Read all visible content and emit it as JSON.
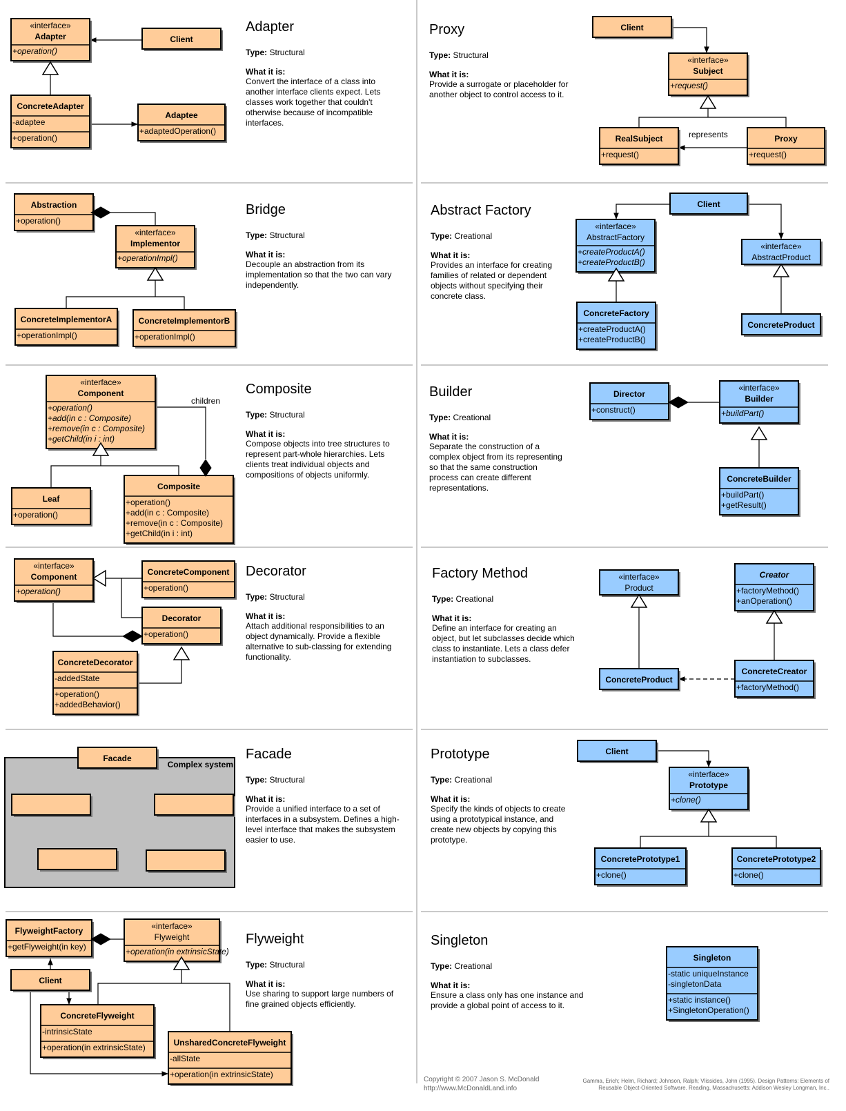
{
  "labels": {
    "type_label": "Type:",
    "what_label": "What it is:"
  },
  "colors": {
    "structural_fill": "#ffcc99",
    "creational_fill": "#99ccff",
    "box_stroke": "#000000",
    "complex_system_fill": "#c0c0c0"
  },
  "patterns": {
    "adapter": {
      "name": "Adapter",
      "type": "Structural",
      "text": [
        "Convert the interface of a class into",
        "another interface clients expect. Lets",
        "classes work together that couldn't",
        "otherwise because of incompatible",
        "interfaces."
      ],
      "boxes": {
        "target": {
          "stereo": "«interface»",
          "title": "Adapter",
          "ops": [
            "+operation()"
          ]
        },
        "client": {
          "title": "Client"
        },
        "concrete_adapter": {
          "title": "ConcreteAdapter",
          "attrs": [
            "-adaptee"
          ],
          "ops": [
            "+operation()"
          ]
        },
        "adaptee": {
          "title": "Adaptee",
          "ops": [
            "+adaptedOperation()"
          ]
        }
      }
    },
    "proxy": {
      "name": "Proxy",
      "type": "Structural",
      "text": [
        "Provide a surrogate or placeholder for",
        "another object to control access to it."
      ],
      "boxes": {
        "client": {
          "title": "Client"
        },
        "subject": {
          "stereo": "«interface»",
          "title": "Subject",
          "ops": [
            "+request()"
          ]
        },
        "real_subject": {
          "title": "RealSubject",
          "ops": [
            "+request()"
          ]
        },
        "proxy": {
          "title": "Proxy",
          "ops": [
            "+request()"
          ]
        }
      },
      "edge_label": "represents"
    },
    "bridge": {
      "name": "Bridge",
      "type": "Structural",
      "text": [
        "Decouple an abstraction from its",
        "implementation so that the two can vary",
        "independently."
      ],
      "boxes": {
        "abstraction": {
          "title": "Abstraction",
          "ops": [
            "+operation()"
          ]
        },
        "implementor": {
          "stereo": "«interface»",
          "title": "Implementor",
          "ops": [
            "+operationImpl()"
          ]
        },
        "impl_a": {
          "title": "ConcreteImplementorA",
          "ops": [
            "+operationImpl()"
          ]
        },
        "impl_b": {
          "title": "ConcreteImplementorB",
          "ops": [
            "+operationImpl()"
          ]
        }
      }
    },
    "abstract_factory": {
      "name": "Abstract Factory",
      "type": "Creational",
      "text": [
        "Provides an interface for creating",
        "families of related or dependent",
        "objects without specifying their",
        "concrete class."
      ],
      "boxes": {
        "client": {
          "title": "Client"
        },
        "abstract_factory": {
          "stereo": "«interface»",
          "title": "AbstractFactory",
          "ops": [
            "+createProductA()",
            "+createProductB()"
          ]
        },
        "abstract_product": {
          "stereo": "«interface»",
          "title": "AbstractProduct"
        },
        "concrete_factory": {
          "title": "ConcreteFactory",
          "ops": [
            "+createProductA()",
            "+createProductB()"
          ]
        },
        "concrete_product": {
          "title": "ConcreteProduct"
        }
      }
    },
    "composite": {
      "name": "Composite",
      "type": "Structural",
      "text": [
        "Compose objects into tree structures to",
        "represent part-whole hierarchies. Lets",
        "clients treat individual objects and",
        "compositions of objects uniformly."
      ],
      "boxes": {
        "component": {
          "stereo": "«interface»",
          "title": "Component",
          "ops": [
            "+operation()",
            "+add(in c : Composite)",
            "+remove(in c : Composite)",
            "+getChild(in i : int)"
          ]
        },
        "leaf": {
          "title": "Leaf",
          "ops": [
            "+operation()"
          ]
        },
        "composite": {
          "title": "Composite",
          "ops": [
            "+operation()",
            "+add(in c : Composite)",
            "+remove(in c : Composite)",
            "+getChild(in i : int)"
          ]
        }
      },
      "edge_label": "children"
    },
    "builder": {
      "name": "Builder",
      "type": "Creational",
      "text": [
        "Separate the construction of a",
        "complex object from its representing",
        "so that the same construction",
        "process can create different",
        "representations."
      ],
      "boxes": {
        "director": {
          "title": "Director",
          "ops": [
            "+construct()"
          ]
        },
        "builder": {
          "stereo": "«interface»",
          "title": "Builder",
          "ops": [
            "+buildPart()"
          ]
        },
        "concrete_builder": {
          "title": "ConcreteBuilder",
          "ops": [
            "+buildPart()",
            "+getResult()"
          ]
        }
      }
    },
    "decorator": {
      "name": "Decorator",
      "type": "Structural",
      "text": [
        "Attach additional responsibilities to an",
        "object dynamically. Provide a flexible",
        "alternative to sub-classing for extending",
        "functionality."
      ],
      "boxes": {
        "component": {
          "stereo": "«interface»",
          "title": "Component",
          "ops": [
            "+operation()"
          ]
        },
        "concrete_component": {
          "title": "ConcreteComponent",
          "ops": [
            "+operation()"
          ]
        },
        "decorator": {
          "title": "Decorator",
          "ops": [
            "+operation()"
          ]
        },
        "concrete_decorator": {
          "title": "ConcreteDecorator",
          "attrs": [
            "-addedState"
          ],
          "ops": [
            "+operation()",
            "+addedBehavior()"
          ]
        }
      }
    },
    "factory_method": {
      "name": "Factory Method",
      "type": "Creational",
      "text": [
        "Define an interface for creating an",
        "object, but let subclasses decide which",
        "class to instantiate. Lets a class defer",
        "instantiation to subclasses."
      ],
      "boxes": {
        "product": {
          "stereo": "«interface»",
          "title": "Product"
        },
        "creator": {
          "title": "Creator",
          "ops": [
            "+factoryMethod()",
            "+anOperation()"
          ]
        },
        "concrete_product": {
          "title": "ConcreteProduct"
        },
        "concrete_creator": {
          "title": "ConcreteCreator",
          "ops": [
            "+factoryMethod()"
          ]
        }
      }
    },
    "facade": {
      "name": "Facade",
      "type": "Structural",
      "text": [
        "Provide a unified interface to a set of",
        "interfaces in a subsystem. Defines a high-",
        "level interface that makes the subsystem",
        "easier to use."
      ],
      "boxes": {
        "facade": {
          "title": "Facade"
        }
      },
      "complex_label": "Complex system"
    },
    "prototype": {
      "name": "Prototype",
      "type": "Creational",
      "text": [
        "Specify the kinds of objects to create",
        "using a prototypical instance, and",
        "create new objects by copying this",
        "prototype."
      ],
      "boxes": {
        "client": {
          "title": "Client"
        },
        "prototype": {
          "stereo": "«interface»",
          "title": "Prototype",
          "ops": [
            "+clone()"
          ]
        },
        "cp1": {
          "title": "ConcretePrototype1",
          "ops": [
            "+clone()"
          ]
        },
        "cp2": {
          "title": "ConcretePrototype2",
          "ops": [
            "+clone()"
          ]
        }
      }
    },
    "flyweight": {
      "name": "Flyweight",
      "type": "Structural",
      "text": [
        "Use sharing to support large numbers of",
        "fine grained objects efficiently."
      ],
      "boxes": {
        "factory": {
          "title": "FlyweightFactory",
          "ops": [
            "+getFlyweight(in key)"
          ]
        },
        "flyweight": {
          "stereo": "«interface»",
          "title": "Flyweight",
          "ops": [
            "+operation(in extrinsicState)"
          ]
        },
        "client": {
          "title": "Client"
        },
        "concrete": {
          "title": "ConcreteFlyweight",
          "attrs": [
            "-intrinsicState"
          ],
          "ops": [
            "+operation(in extrinsicState)"
          ]
        },
        "unshared": {
          "title": "UnsharedConcreteFlyweight",
          "attrs": [
            "-allState"
          ],
          "ops": [
            "+operation(in extrinsicState)"
          ]
        }
      }
    },
    "singleton": {
      "name": "Singleton",
      "type": "Creational",
      "text": [
        "Ensure a class only has one instance and",
        "provide a global point of access to it."
      ],
      "boxes": {
        "singleton": {
          "title": "Singleton",
          "attrs": [
            "-static uniqueInstance",
            "-singletonData"
          ],
          "ops": [
            "+static instance()",
            "+SingletonOperation()"
          ]
        }
      }
    }
  },
  "footer": {
    "copyright": "Copyright © 2007 Jason S. McDonald",
    "url": "http://www.McDonaldLand.info",
    "ref_line1": "Gamma, Erich; Helm, Richard; Johnson, Ralph; Vlissides, John (1995). Design Patterns: Elements of",
    "ref_line2": "Reusable Object-Oriented Software. Reading, Massachusetts: Addison Wesley Longman, Inc.."
  }
}
